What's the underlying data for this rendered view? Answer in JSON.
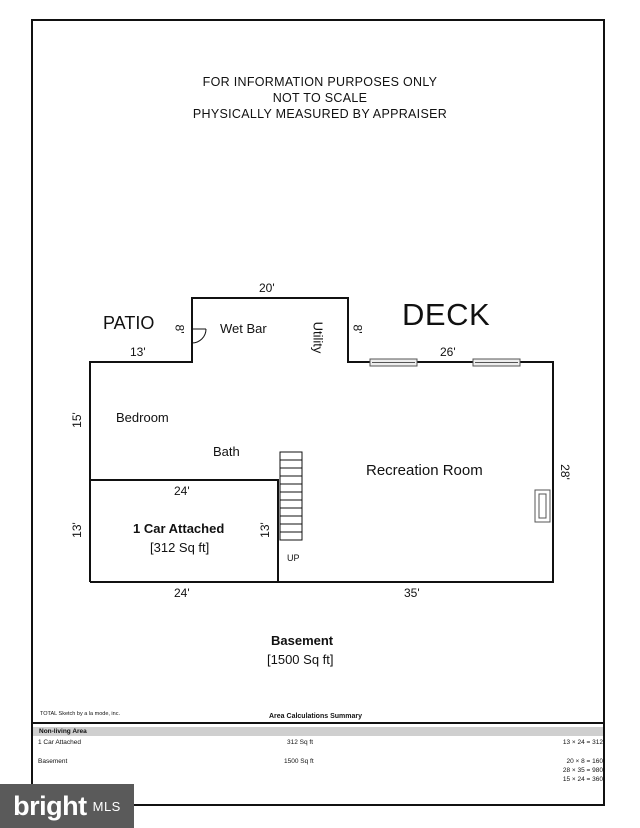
{
  "notice": {
    "line1": "FOR INFORMATION PURPOSES ONLY",
    "line2": "NOT TO SCALE",
    "line3": "PHYSICALLY MEASURED BY APPRAISER"
  },
  "plan": {
    "outdoor": {
      "patio": "PATIO",
      "deck": "DECK"
    },
    "rooms": {
      "wet_bar": "Wet Bar",
      "utility": "Utility",
      "bedroom": "Bedroom",
      "bath": "Bath",
      "recreation": "Recreation Room",
      "garage": "1 Car Attached",
      "garage_area": "[312 Sq ft]",
      "stairs_up": "UP"
    },
    "dimensions": {
      "top": "20'",
      "wet_bar_left": "8'",
      "wet_bar_right": "8'",
      "patio_edge": "13'",
      "deck_edge": "26'",
      "left_upper": "15'",
      "right": "28'",
      "garage_top": "24'",
      "garage_left": "13'",
      "garage_right": "13'",
      "bottom_left": "24'",
      "bottom_right": "35'"
    },
    "floor": {
      "name": "Basement",
      "area": "[1500 Sq ft]"
    }
  },
  "footer": {
    "software": "TOTAL Sketch by a la mode, inc.",
    "summary_title": "Area Calculations Summary",
    "section_title": "Non-living Area",
    "rows": [
      {
        "name": "1 Car Attached",
        "area": "312 Sq ft",
        "calcs": [
          "13 × 24 = 312"
        ]
      },
      {
        "name": "Basement",
        "area": "1500 Sq ft",
        "calcs": [
          "20 × 8 = 160",
          "28 × 35 = 980",
          "15 × 24 = 360"
        ]
      }
    ]
  },
  "watermark": {
    "brand": "bright",
    "suffix": "MLS"
  }
}
